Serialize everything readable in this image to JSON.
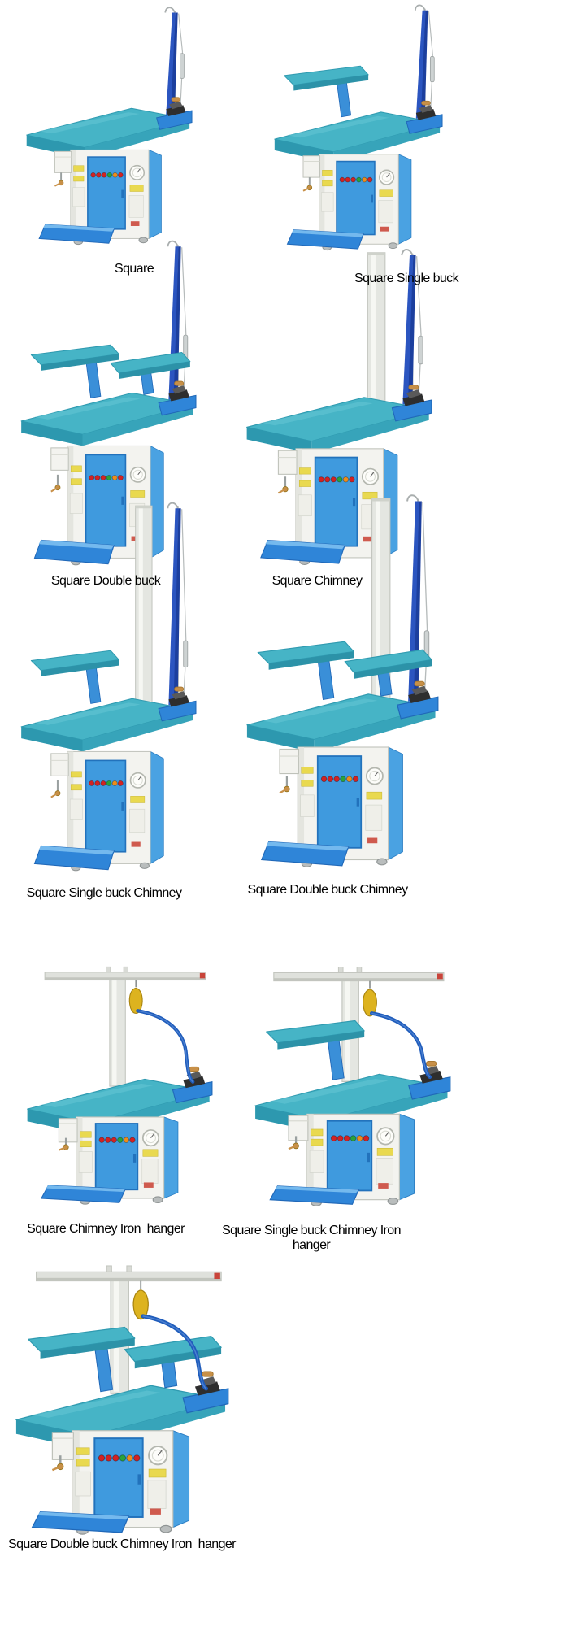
{
  "page": {
    "background": "#ffffff"
  },
  "products": [
    {
      "name": "Square",
      "features": {
        "bucks": 0,
        "chimney": false,
        "iron_hanger": false,
        "strap_stand": true
      }
    },
    {
      "name": "Square Single buck",
      "features": {
        "bucks": 1,
        "chimney": false,
        "iron_hanger": false,
        "strap_stand": true
      }
    },
    {
      "name": "Square Double buck",
      "features": {
        "bucks": 2,
        "chimney": false,
        "iron_hanger": false,
        "strap_stand": true
      }
    },
    {
      "name": "Square Chimney",
      "features": {
        "bucks": 0,
        "chimney": true,
        "iron_hanger": false,
        "strap_stand": true
      }
    },
    {
      "name": "Square Single buck Chimney",
      "features": {
        "bucks": 1,
        "chimney": true,
        "iron_hanger": false,
        "strap_stand": true
      }
    },
    {
      "name": "Square Double buck Chimney",
      "features": {
        "bucks": 2,
        "chimney": true,
        "iron_hanger": false,
        "strap_stand": true
      }
    },
    {
      "name": "Square Chimney Iron  hanger",
      "features": {
        "bucks": 0,
        "chimney": true,
        "iron_hanger": true,
        "strap_stand": false
      }
    },
    {
      "name": "Square Single buck Chimney Iron  hanger",
      "features": {
        "bucks": 1,
        "chimney": true,
        "iron_hanger": true,
        "strap_stand": false
      }
    },
    {
      "name": "Square Double buck Chimney Iron  hanger",
      "features": {
        "bucks": 2,
        "chimney": true,
        "iron_hanger": true,
        "strap_stand": false
      }
    }
  ],
  "colors": {
    "table_top": "#46b4c6",
    "table_edge_dark": "#2d98af",
    "machine_blue": "#2f85d8",
    "door_blue": "#3f9ade",
    "cabinet_white": "#f3f3ef",
    "chimney": "#e4e6e1",
    "chimney_edge": "#c2c5be",
    "rail": "#dfe1dc",
    "strap_blue": "#2b55c0",
    "hose_blue": "#1f5cbb",
    "balancer_yellow": "#ddb31f",
    "iron_handle": "#c89048",
    "light_red": "#d32222",
    "light_green": "#2aa23a",
    "light_orange": "#ef8c1a",
    "label_yellow": "#e9d94f",
    "caption_text": "#000000"
  }
}
